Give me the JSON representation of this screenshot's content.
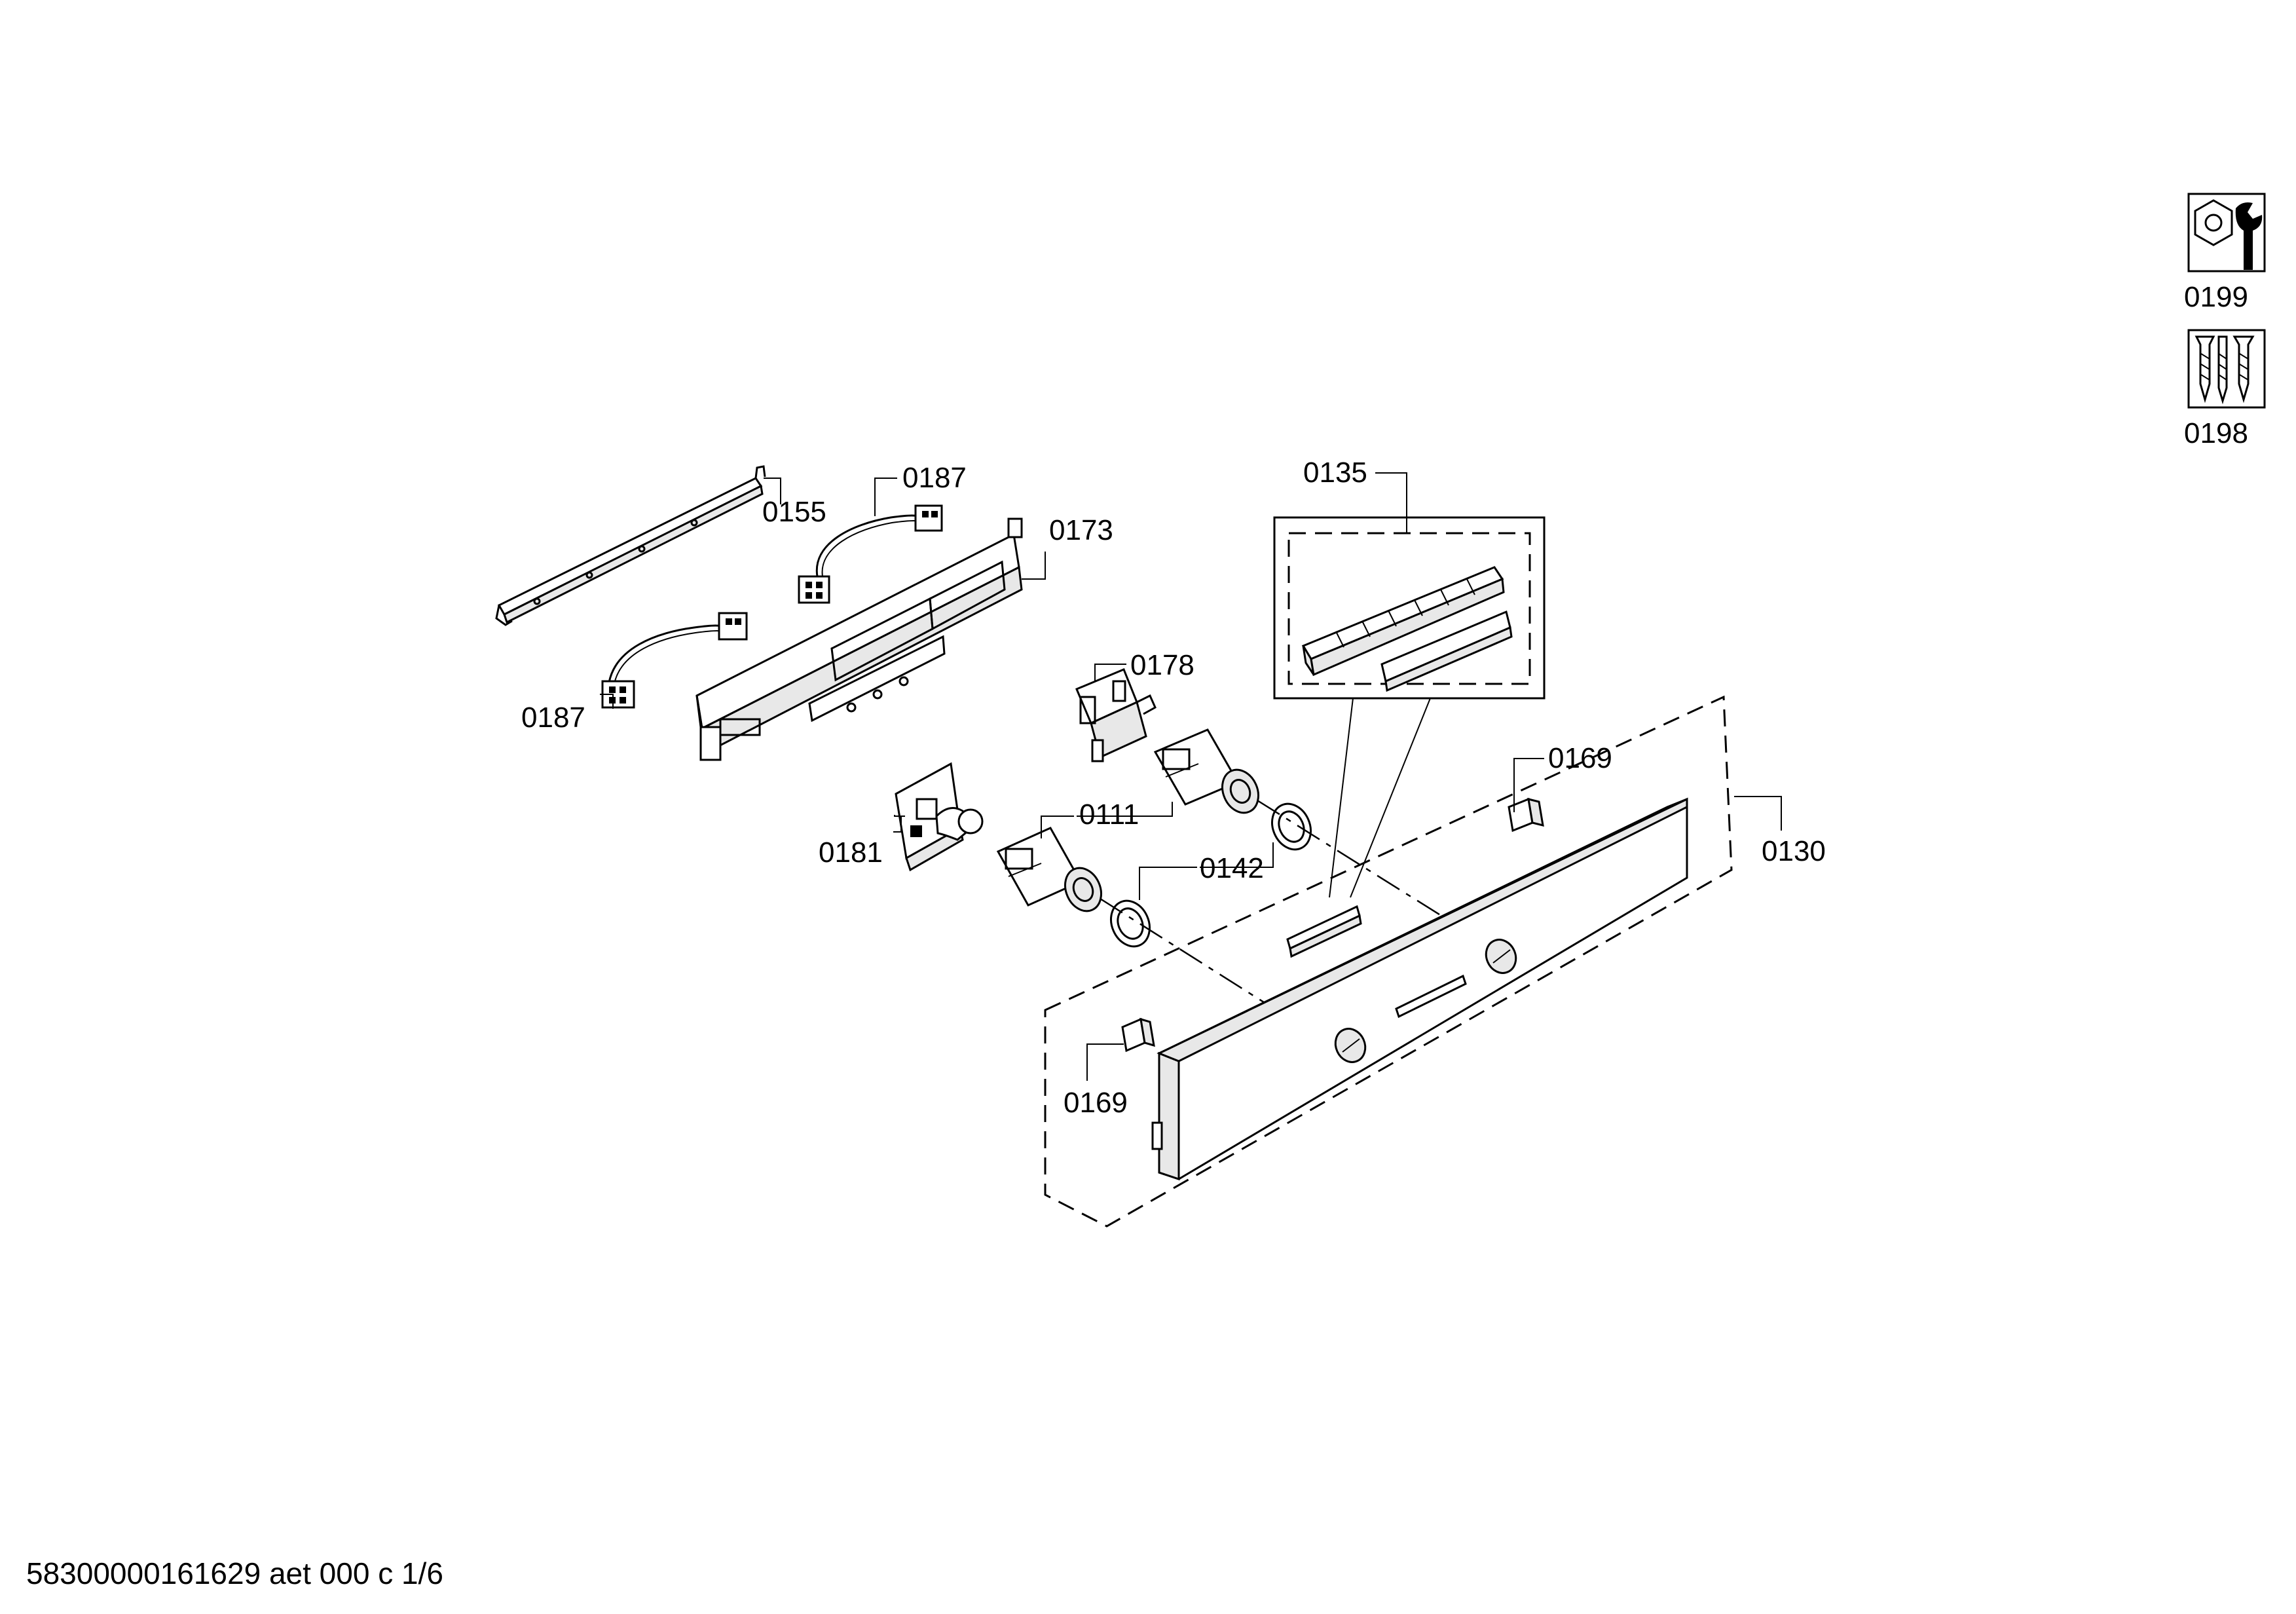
{
  "footer": {
    "drawing_code": "58300000161629 aet 000 c 1/6"
  },
  "callouts": {
    "c0155": "0155",
    "c0187_top": "0187",
    "c0187_bottom": "0187",
    "c0173": "0173",
    "c0135": "0135",
    "c0178": "0178",
    "c0111": "0111",
    "c0181": "0181",
    "c0142": "0142",
    "c0169_top": "0169",
    "c0169_bottom": "0169",
    "c0130": "0130"
  },
  "service_icons": {
    "c0199": "0199",
    "c0198": "0198",
    "c0199_icon": "nut-wrench-icon",
    "c0198_icon": "screws-icon"
  }
}
